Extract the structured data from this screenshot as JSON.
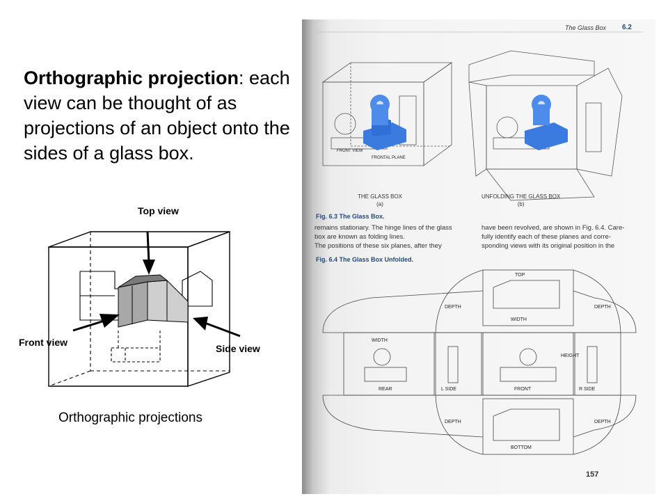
{
  "headline": {
    "term": "Orthographic projection",
    "colon": ":",
    "rest": " each view can be thought of as projections of an object onto the sides of a glass box."
  },
  "diagram": {
    "labels": {
      "top": "Top view",
      "front": "Front view",
      "side": "Side view"
    },
    "caption": "Orthographic projections",
    "colors": {
      "block_front": "#a8a8a8",
      "block_top": "#7a7a7a",
      "block_side": "#cfcfcf",
      "edge": "#000000"
    }
  },
  "page": {
    "header_title": "The Glass Box",
    "header_number": "6.2",
    "fig_a_caption": "THE GLASS BOX",
    "fig_a_sub": "(a)",
    "fig_b_caption": "UNFOLDING THE GLASS BOX",
    "fig_b_sub": "(b)",
    "fig63_label": "Fig. 6.3  The Glass Box.",
    "fig64_label": "Fig. 6.4  The Glass Box Unfolded.",
    "body_left": [
      "remains stationary. The hinge lines of the glass",
      "box are known as folding lines.",
      "   The positions of these six planes, after they"
    ],
    "body_right": [
      "have been revolved, are shown in Fig. 6.4. Care-",
      "fully identify each of these planes and corre-",
      "sponding views with its original position in the"
    ],
    "view_labels": {
      "top": "TOP",
      "rear": "REAR",
      "left_side": "L SIDE",
      "front": "FRONT",
      "right_side": "R SIDE",
      "bottom": "BOTTOM",
      "width": "WIDTH",
      "depth": "DEPTH",
      "height": "HEIGHT",
      "front_view": "FRONT VIEW",
      "frontal_plane": "FRONTAL PLANE"
    },
    "page_number": "157",
    "accent_blue": "#2f6fd6"
  }
}
